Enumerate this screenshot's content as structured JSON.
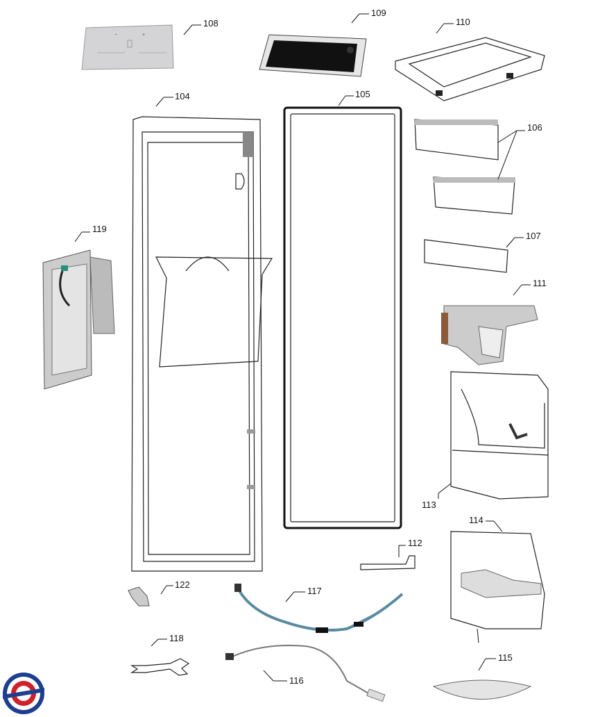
{
  "parts": {
    "p104": "104",
    "p105": "105",
    "p106": "106",
    "p107": "107",
    "p108": "108",
    "p109": "109",
    "p110": "110",
    "p111": "111",
    "p112": "112",
    "p113": "113",
    "p114": "114",
    "p115": "115",
    "p116": "116",
    "p117": "117",
    "p118": "118",
    "p119": "119",
    "p122": "122"
  },
  "colors": {
    "line": "#111111",
    "panel": "#c8c8c8",
    "display": "#111111",
    "logo_red": "#d0202a",
    "logo_blue": "#1e3f8f"
  }
}
